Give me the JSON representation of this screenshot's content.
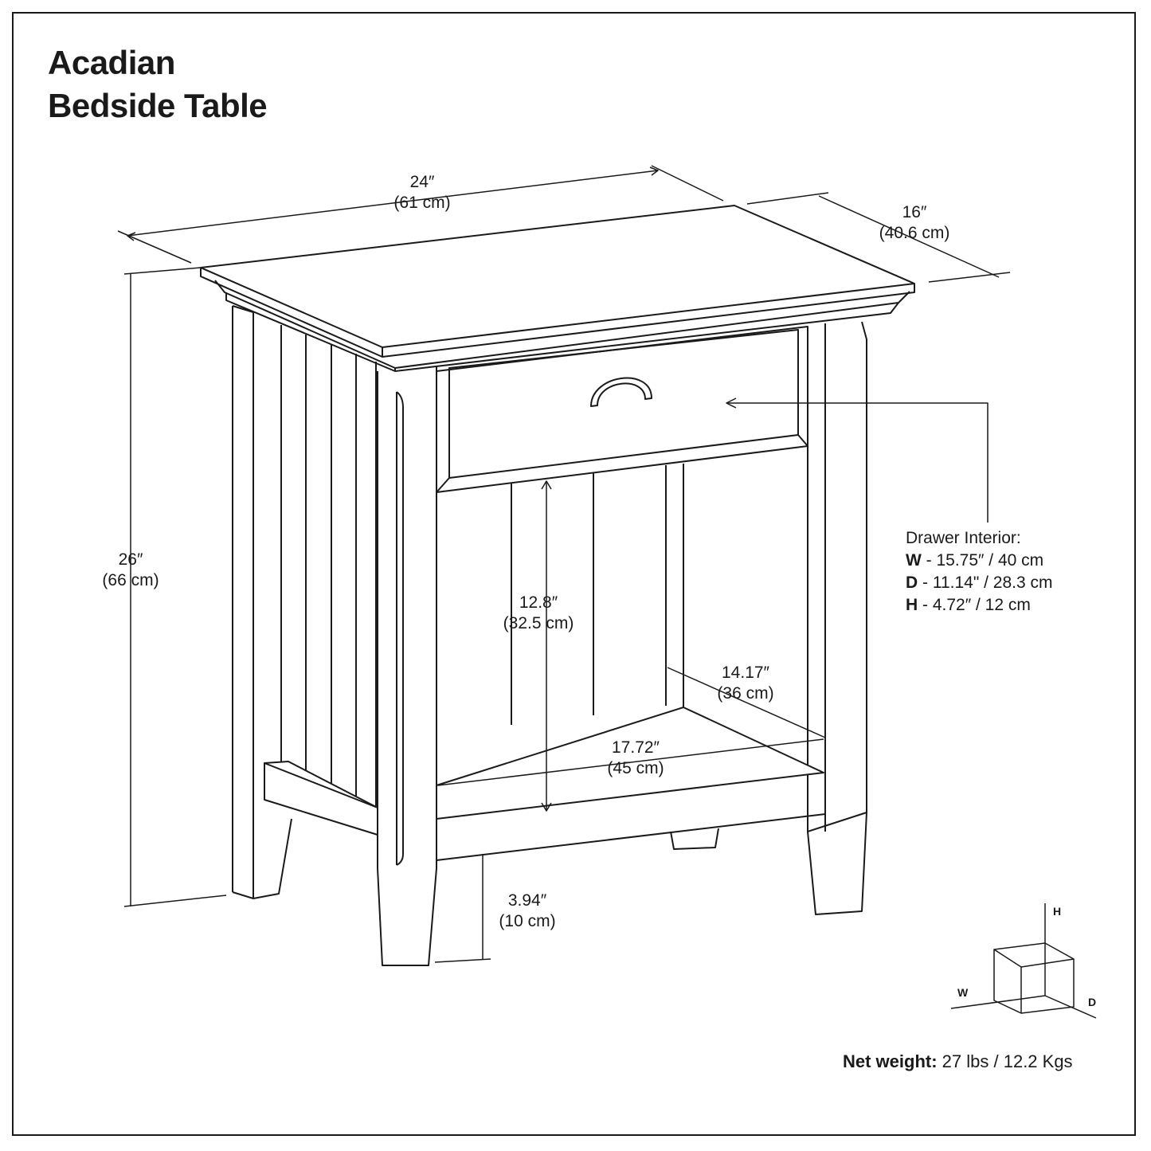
{
  "title": {
    "line1": "Acadian",
    "line2": "Bedside Table"
  },
  "dimensions": {
    "width": {
      "in": "24″",
      "cm": "(61 cm)"
    },
    "depth": {
      "in": "16″",
      "cm": "(40.6 cm)"
    },
    "height": {
      "in": "26″",
      "cm": "(66 cm)"
    },
    "shelf_clearance": {
      "in": "12.8″",
      "cm": "(32.5 cm)"
    },
    "shelf_depth": {
      "in": "14.17″",
      "cm": "(36 cm)"
    },
    "shelf_width": {
      "in": "17.72″",
      "cm": "(45 cm)"
    },
    "leg_height": {
      "in": "3.94″",
      "cm": "(10 cm)"
    }
  },
  "drawer_interior": {
    "heading": "Drawer Interior:",
    "rows": [
      {
        "key": "W",
        "value": " - 15.75″ / 40 cm"
      },
      {
        "key": "D",
        "value": " - 11.14\" / 28.3 cm"
      },
      {
        "key": "H",
        "value": " - 4.72″ / 12 cm"
      }
    ]
  },
  "net_weight": {
    "label": "Net weight:",
    "value": " 27 lbs / 12.2 Kgs"
  },
  "axes_legend": {
    "h": "H",
    "w": "W",
    "d": "D"
  }
}
